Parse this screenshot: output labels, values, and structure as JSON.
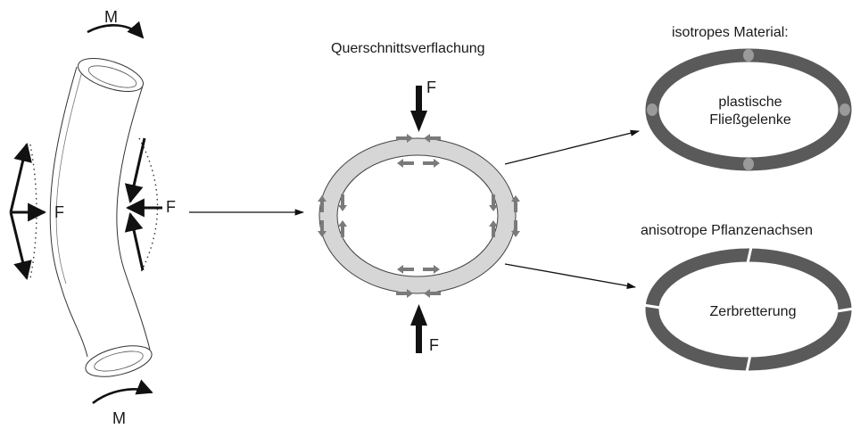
{
  "labels": {
    "moment_top": "M",
    "moment_bottom": "M",
    "force_left": "F",
    "force_right": "F",
    "force_top": "F",
    "force_bottom": "F",
    "title_center": "Querschnittsverflachung",
    "title_isotropic": "isotropes Material:",
    "isotropic_inner_line1": "plastische",
    "isotropic_inner_line2": "Fließgelenke",
    "title_anisotropic": "anisotrope Pflanzenachsen",
    "anisotropic_inner": "Zerbretterung"
  },
  "colors": {
    "ring_light": "#d6d6d6",
    "ring_dark": "#5a5a5a",
    "hinge": "#9a9a9a",
    "arrow_black": "#111111",
    "arrow_gray": "#7a7a7a",
    "outline": "#222222"
  }
}
